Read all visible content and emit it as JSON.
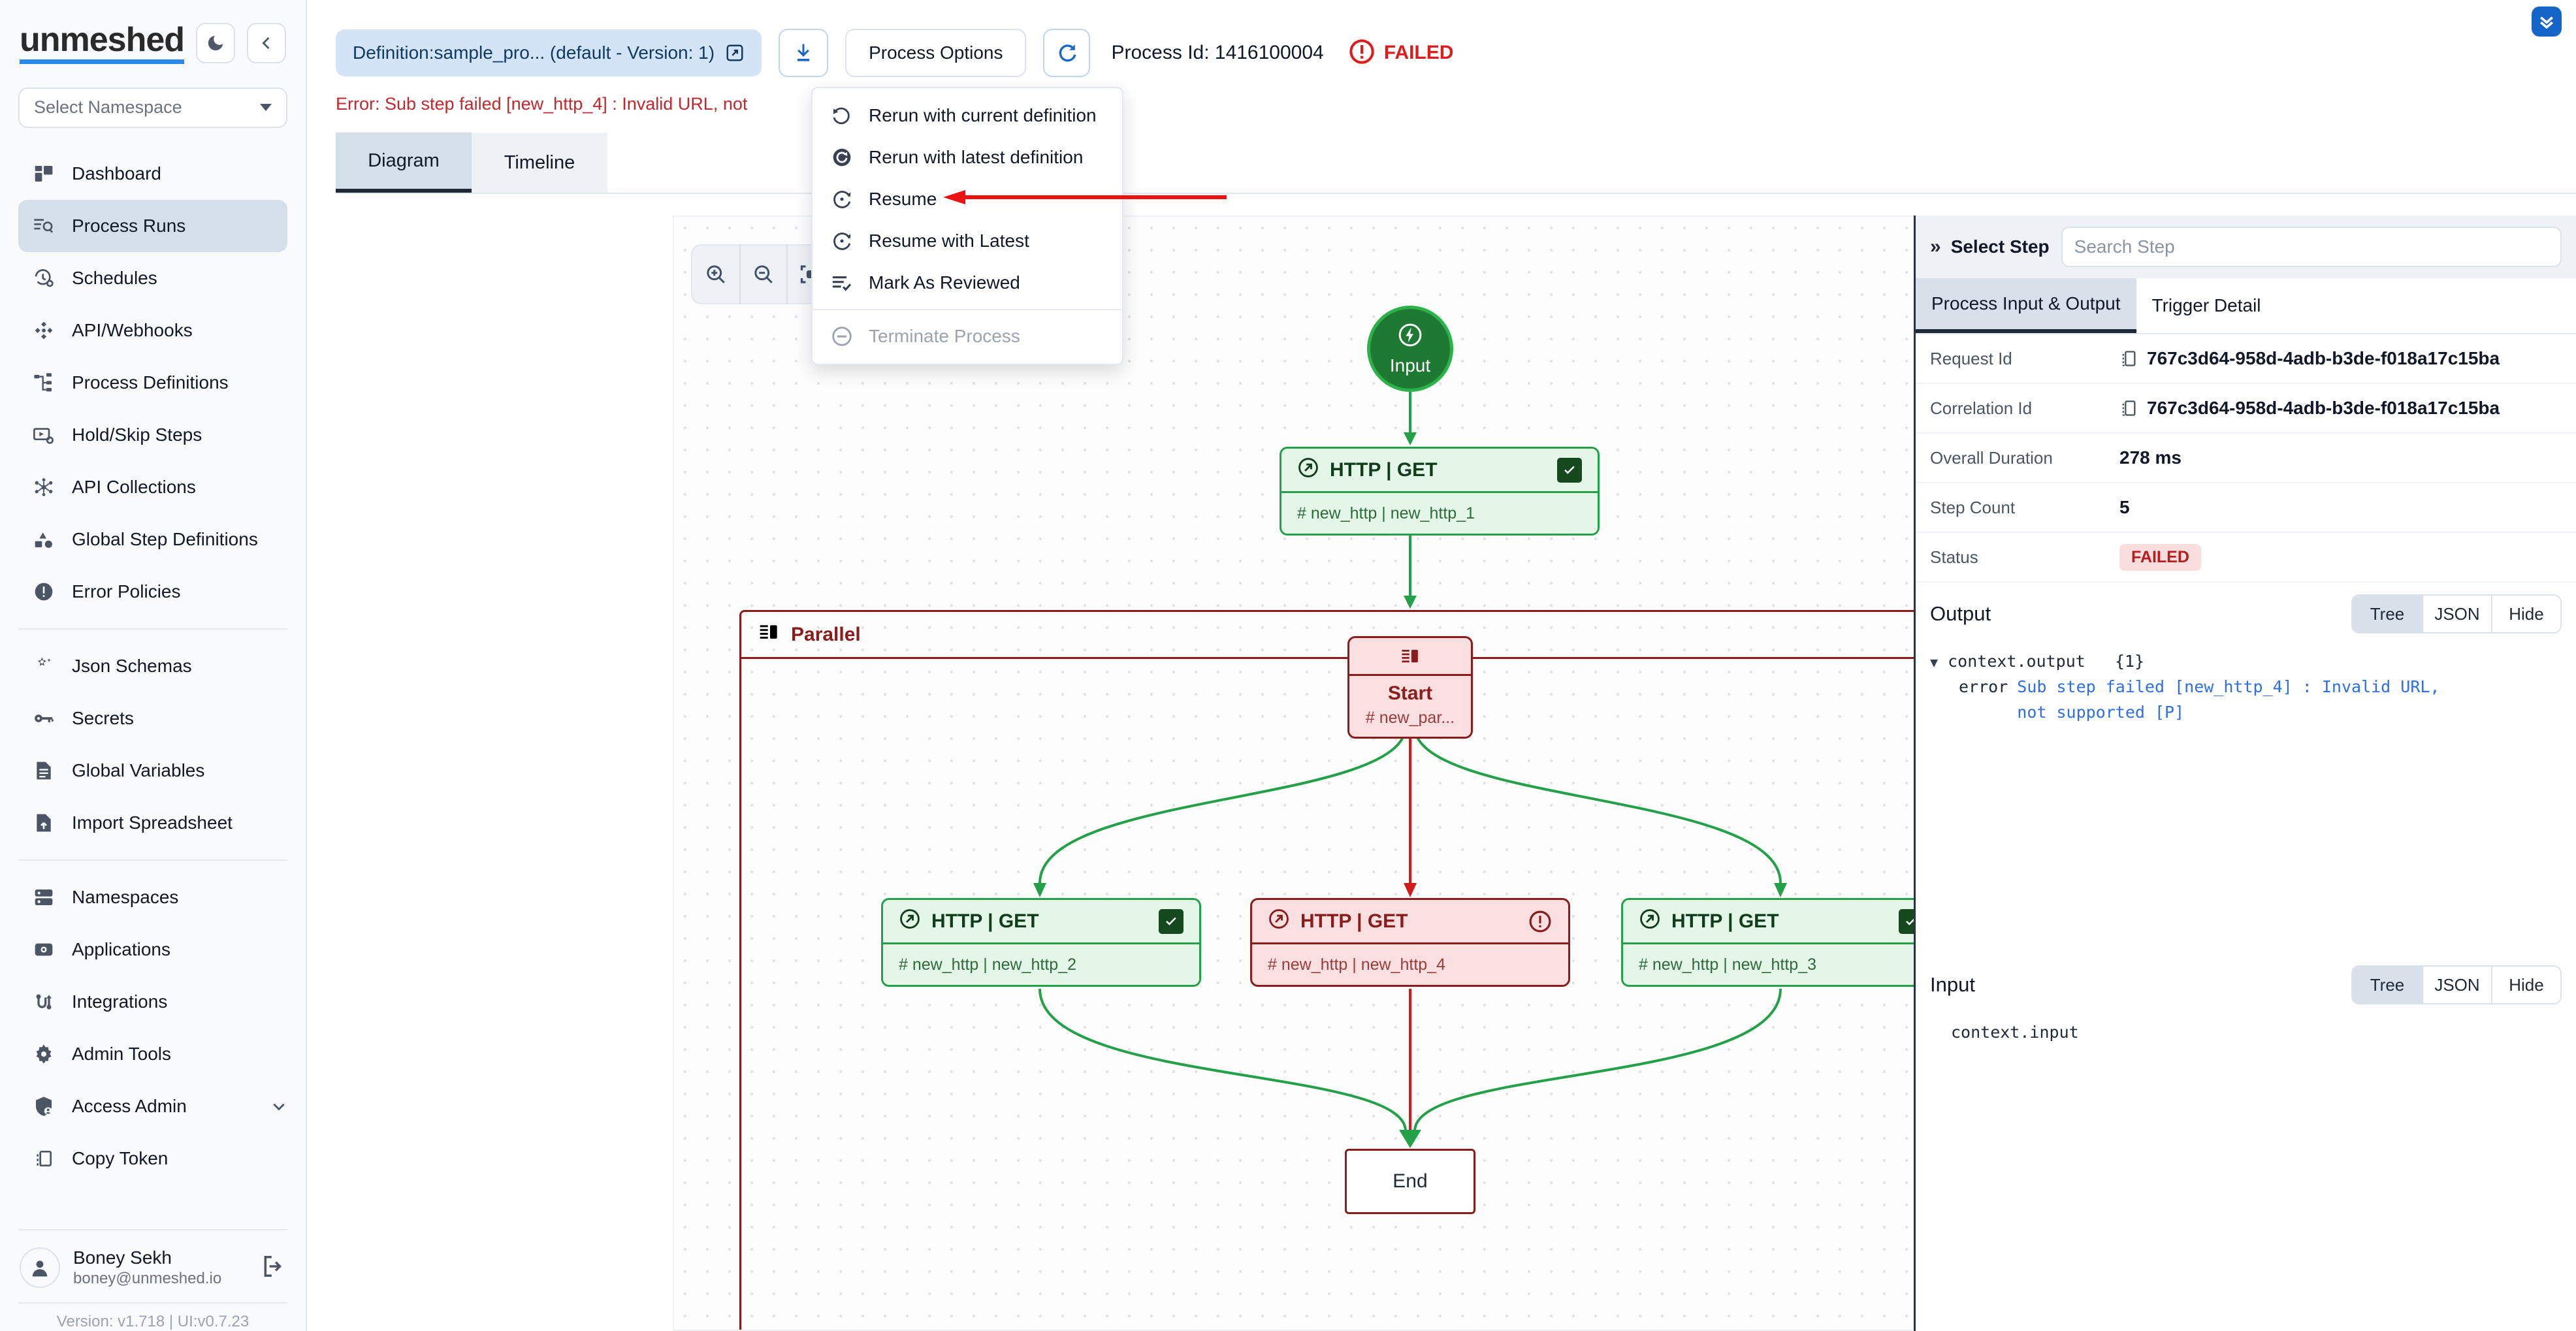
{
  "brand": {
    "name": "unmeshed",
    "dark_mode_icon": "moon-icon",
    "collapse_icon": "chevron-left-icon"
  },
  "namespace": {
    "placeholder": "Select Namespace"
  },
  "sidebar": {
    "items": [
      {
        "label": "Dashboard",
        "icon": "dashboard-icon",
        "active": false
      },
      {
        "label": "Process Runs",
        "icon": "process-runs-icon",
        "active": true
      },
      {
        "label": "Schedules",
        "icon": "schedules-icon",
        "active": false
      },
      {
        "label": "API/Webhooks",
        "icon": "api-webhooks-icon",
        "active": false
      },
      {
        "label": "Process Definitions",
        "icon": "process-definitions-icon",
        "active": false
      },
      {
        "label": "Hold/Skip Steps",
        "icon": "hold-skip-icon",
        "active": false
      },
      {
        "label": "API Collections",
        "icon": "api-collections-icon",
        "active": false
      },
      {
        "label": "Global Step Definitions",
        "icon": "global-step-definitions-icon",
        "active": false
      },
      {
        "label": "Error Policies",
        "icon": "error-policies-icon",
        "active": false
      }
    ],
    "group2": [
      {
        "label": "Json Schemas",
        "icon": "json-schemas-icon"
      },
      {
        "label": "Secrets",
        "icon": "key-icon"
      },
      {
        "label": "Global Variables",
        "icon": "document-icon"
      },
      {
        "label": "Import Spreadsheet",
        "icon": "import-spreadsheet-icon"
      }
    ],
    "group3": [
      {
        "label": "Namespaces",
        "icon": "namespaces-icon"
      },
      {
        "label": "Applications",
        "icon": "applications-icon"
      },
      {
        "label": "Integrations",
        "icon": "integrations-icon"
      },
      {
        "label": "Admin Tools",
        "icon": "gear-icon"
      },
      {
        "label": "Access Admin",
        "icon": "shield-user-icon"
      },
      {
        "label": "Copy Token",
        "icon": "copy-icon"
      }
    ]
  },
  "user": {
    "name": "Boney Sekh",
    "email": "boney@unmeshed.io",
    "logout_icon": "logout-icon",
    "avatar_icon": "avatar-icon"
  },
  "version": "Version: v1.718 | UI:v0.7.23",
  "topbar": {
    "definition_chip": "Definition:sample_pro... (default - Version: 1)",
    "download_icon": "download-icon",
    "process_options_label": "Process Options",
    "refresh_icon": "refresh-icon",
    "process_id": "Process Id: 1416100004",
    "status": "FAILED",
    "status_icon": "error-circle-icon",
    "status_color": "#e01b1b"
  },
  "error_banner": "Error: Sub step failed [new_http_4] : Invalid URL, not",
  "tabs": [
    {
      "label": "Diagram",
      "active": true
    },
    {
      "label": "Timeline",
      "active": false
    }
  ],
  "menu": {
    "items": [
      {
        "label": "Rerun with current definition",
        "icon": "rotate-ccw-icon",
        "disabled": false
      },
      {
        "label": "Rerun with latest definition",
        "icon": "rotate-filled-icon",
        "disabled": false
      },
      {
        "label": "Resume",
        "icon": "history-icon",
        "disabled": false
      },
      {
        "label": "Resume with Latest",
        "icon": "history-icon",
        "disabled": false
      },
      {
        "label": "Mark As Reviewed",
        "icon": "list-check-icon",
        "disabled": false
      }
    ],
    "terminate": {
      "label": "Terminate Process",
      "icon": "minus-circle-icon",
      "disabled": true
    }
  },
  "diagram": {
    "zoom_tools": [
      "zoom-in-icon",
      "zoom-out-icon",
      "fit-screen-icon",
      "download-icon"
    ],
    "input_node": {
      "label": "Input",
      "icon": "bolt-icon"
    },
    "http1": {
      "title": "HTTP | GET",
      "sub": "# new_http | new_http_1",
      "state": "success",
      "icon": "http-icon",
      "status_icon": "check-icon"
    },
    "parallel": {
      "label": "Parallel",
      "icon": "parallel-icon"
    },
    "start": {
      "label": "Start",
      "sub": "# new_par...",
      "icon": "parallel-icon"
    },
    "branches": [
      {
        "title": "HTTP | GET",
        "sub": "# new_http | new_http_2",
        "state": "success",
        "status_icon": "check-icon"
      },
      {
        "title": "HTTP | GET",
        "sub": "# new_http | new_http_4",
        "state": "failed",
        "status_icon": "warning-icon"
      },
      {
        "title": "HTTP | GET",
        "sub": "# new_http | new_http_3",
        "state": "success",
        "status_icon": "check-icon"
      }
    ],
    "end": {
      "label": "End"
    }
  },
  "right_panel": {
    "select_step_label": "Select Step",
    "search_placeholder": "Search Step",
    "expand_icon": "double-chevron-right-icon",
    "tabs": [
      {
        "label": "Process Input & Output",
        "active": true
      },
      {
        "label": "Trigger Detail",
        "active": false
      }
    ],
    "fields": [
      {
        "key": "Request Id",
        "value": "767c3d64-958d-4adb-b3de-f018a17c15ba",
        "copy": true
      },
      {
        "key": "Correlation Id",
        "value": "767c3d64-958d-4adb-b3de-f018a17c15ba",
        "copy": true
      },
      {
        "key": "Overall Duration",
        "value": "278 ms",
        "copy": false
      },
      {
        "key": "Step Count",
        "value": "5",
        "copy": false
      }
    ],
    "status_row": {
      "key": "Status",
      "value": "FAILED"
    },
    "output": {
      "title": "Output",
      "modes": [
        "Tree",
        "JSON",
        "Hide"
      ],
      "active_mode": "Tree",
      "root": "context.output",
      "count": "{1}",
      "error_key": "error",
      "error_value": "Sub step failed [new_http_4] : Invalid URL, not supported [P]"
    },
    "input": {
      "title": "Input",
      "modes": [
        "Tree",
        "JSON",
        "Hide"
      ],
      "active_mode": "Tree",
      "root": "context.input"
    }
  },
  "fab_icon": "double-chevron-down-icon"
}
